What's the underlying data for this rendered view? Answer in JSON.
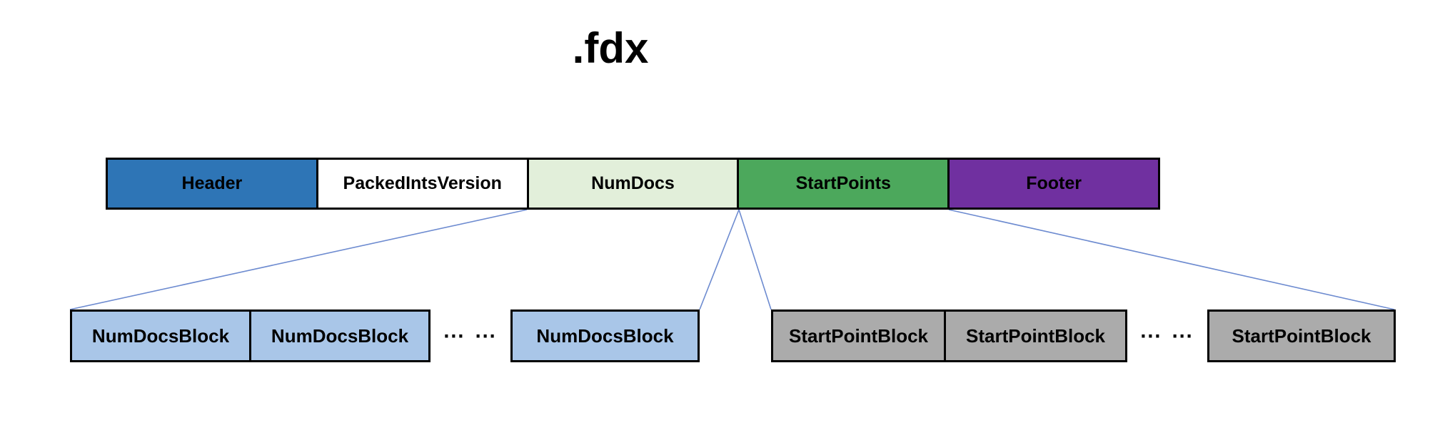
{
  "title": ".fdx",
  "bar": {
    "segments": [
      {
        "label": "Header"
      },
      {
        "label": "PackedIntsVersion"
      },
      {
        "label": "NumDocs"
      },
      {
        "label": "StartPoints"
      },
      {
        "label": "Footer"
      }
    ]
  },
  "num_docs_group": {
    "blocks": [
      "NumDocsBlock",
      "NumDocsBlock",
      "NumDocsBlock"
    ],
    "ellipsis": "⋯ ⋯"
  },
  "start_point_group": {
    "blocks": [
      "StartPointBlock",
      "StartPointBlock",
      "StartPointBlock"
    ],
    "ellipsis": "⋯ ⋯"
  },
  "colors": {
    "header": "#2E75B6",
    "packed_ints_version": "#FFFFFF",
    "num_docs": "#E2EFDA",
    "start_points": "#4CA85C",
    "footer": "#7030A0",
    "num_docs_block": "#A9C6E8",
    "start_point_block": "#ABABAB",
    "connector_line": "#6D8BD0",
    "border": "#000000",
    "text": "#000000"
  }
}
